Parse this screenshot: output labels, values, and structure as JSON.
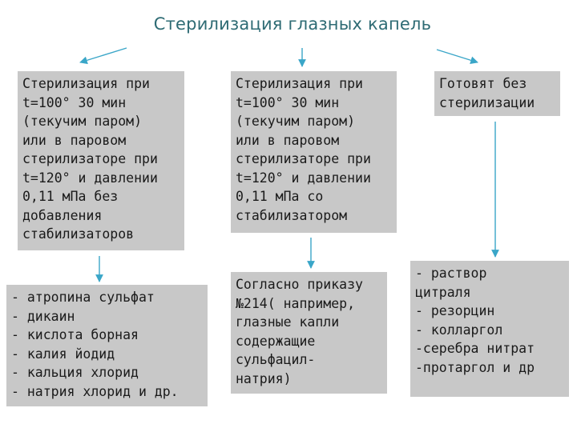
{
  "diagram": {
    "title": "Стерилизация глазных капель",
    "accent_color": "#2e6b74",
    "box_color": "#c8c8c8",
    "arrow_color": "#3aa6c8",
    "boxes": {
      "top_left": "Стерилизация при\nt=100° 30 мин\n(текучим паром)\nили в паровом\nстерилизаторе при\nt=120° и давлении\n0,11 мПа без\nдобавления\nстабилизаторов",
      "top_middle": "Стерилизация при\nt=100° 30 мин\n(текучим паром)\nили в паровом\nстерилизаторе при\nt=120° и давлении\n0,11 мПа со\nстабилизатором",
      "top_right": "Готовят без\nстерилизации",
      "bottom_left": "- атропина сульфат\n- дикаин\n- кислота борная\n- калия йодид\n- кальция хлорид\n- натрия хлорид и др.",
      "bottom_middle": "Согласно приказу\n№214( например,\nглазные капли\nсодержащие\nсульфацил-\nнатрия)",
      "bottom_right": "- раствор\nцитраля\n- резорцин\n- колларгол\n-серебра нитрат\n-протаргол и др"
    }
  }
}
